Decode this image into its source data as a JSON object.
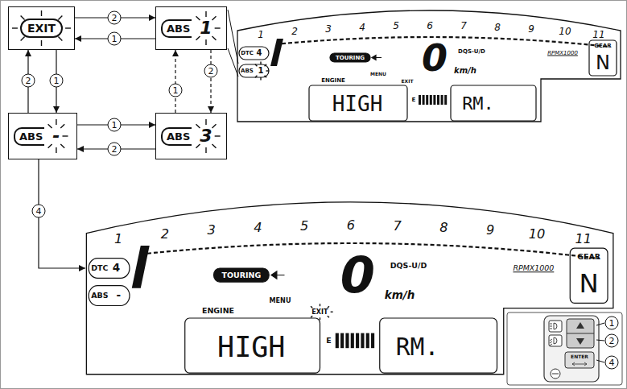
{
  "diagram": {
    "nodes": [
      {
        "text": [
          "EXIT"
        ]
      },
      {
        "text": [
          "ABS",
          "1"
        ]
      },
      {
        "text": [
          "1",
          "2",
          "3",
          "4",
          "5",
          "6",
          "7",
          "8",
          "9",
          "10",
          "11",
          "DTC",
          "4",
          "ABS",
          "1",
          "TOURING",
          "0",
          "DQS-U/D",
          "km/h",
          "RPMX1000",
          "GEAR",
          "N",
          "ENGINE",
          "HIGH",
          "MENU",
          "EXIT",
          "E",
          "RM."
        ]
      },
      {
        "text": [
          "ABS",
          "-"
        ]
      },
      {
        "text": [
          "ABS",
          "3"
        ]
      },
      {
        "text": [
          "1",
          "2",
          "3",
          "4",
          "5",
          "6",
          "7",
          "8",
          "9",
          "10",
          "11",
          "DTC",
          "4",
          "ABS",
          "-",
          "TOURING",
          "0",
          "DQS-U/D",
          "km/h",
          "RPMX1000",
          "GEAR",
          "N",
          "ENGINE",
          "HIGH",
          "MENU",
          "EXIT",
          "E",
          "RM."
        ]
      }
    ],
    "edges": [
      {
        "from": 0,
        "to": 1,
        "label": "2",
        "arrow": "to"
      },
      {
        "from": 1,
        "to": 0,
        "label": "1",
        "arrow": "to"
      },
      {
        "from": 0,
        "to": 3,
        "label": "1",
        "arrow": "to"
      },
      {
        "from": 3,
        "to": 0,
        "label": "2",
        "arrow": "to"
      },
      {
        "from": 3,
        "to": 4,
        "label": "1",
        "arrow": "to"
      },
      {
        "from": 4,
        "to": 3,
        "label": "2",
        "arrow": "to"
      },
      {
        "from": 4,
        "to": 1,
        "label": "1",
        "arrow": "to"
      },
      {
        "from": 1,
        "to": 4,
        "label": "2",
        "arrow": "to"
      },
      {
        "from": 3,
        "to": 5,
        "label": "4",
        "arrow": "to"
      }
    ],
    "labels": [
      "1",
      "2",
      "4",
      "ENTER"
    ]
  }
}
